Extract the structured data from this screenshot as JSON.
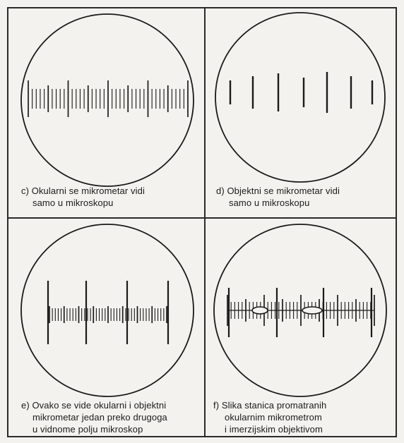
{
  "panels": [
    {
      "id": "c",
      "caption_lines": [
        "c) Okularni se mikrometar vidi",
        "samo u mikroskopu"
      ]
    },
    {
      "id": "d",
      "caption_lines": [
        "d) Objektni se mikrometar vidi",
        "samo u mikroskopu"
      ]
    },
    {
      "id": "e",
      "caption_lines": [
        "e) Ovako se vide okularni i objektni",
        "mikrometar jedan preko drugoga",
        "u vidnome polju mikroskop"
      ]
    },
    {
      "id": "f",
      "caption_lines": [
        "f) Slika stanica promatranih",
        "okularnim mikrometrom",
        "i imerzijskim objektivom"
      ]
    }
  ],
  "colors": {
    "ink": "#1a1a1a",
    "paper": "#f4f2ee"
  }
}
